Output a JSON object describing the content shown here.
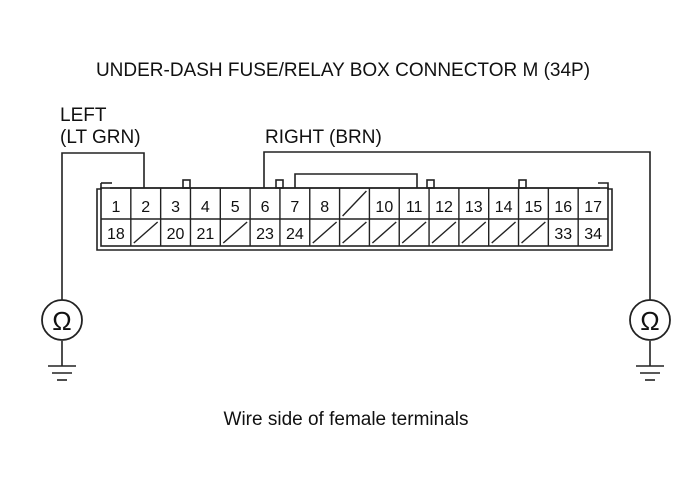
{
  "title": "UNDER-DASH FUSE/RELAY BOX CONNECTOR M (34P)",
  "left_probe": {
    "line1": "LEFT",
    "line2": "(LT GRN)",
    "terminal": "2",
    "icon": "ohmmeter-icon"
  },
  "right_probe": {
    "label": "RIGHT (BRN)",
    "terminal": "6",
    "icon": "ohmmeter-icon"
  },
  "ohm_symbol": "Ω",
  "connector": {
    "row1": [
      "1",
      "2",
      "3",
      "4",
      "5",
      "6",
      "7",
      "8",
      "",
      "10",
      "11",
      "12",
      "13",
      "14",
      "15",
      "16",
      "17"
    ],
    "row2": [
      "18",
      "",
      "20",
      "21",
      "",
      "23",
      "24",
      "",
      "",
      "",
      "",
      "",
      "",
      "",
      "",
      "33",
      "34"
    ]
  },
  "caption": "Wire side of female terminals",
  "ground_icon": "ground-icon"
}
